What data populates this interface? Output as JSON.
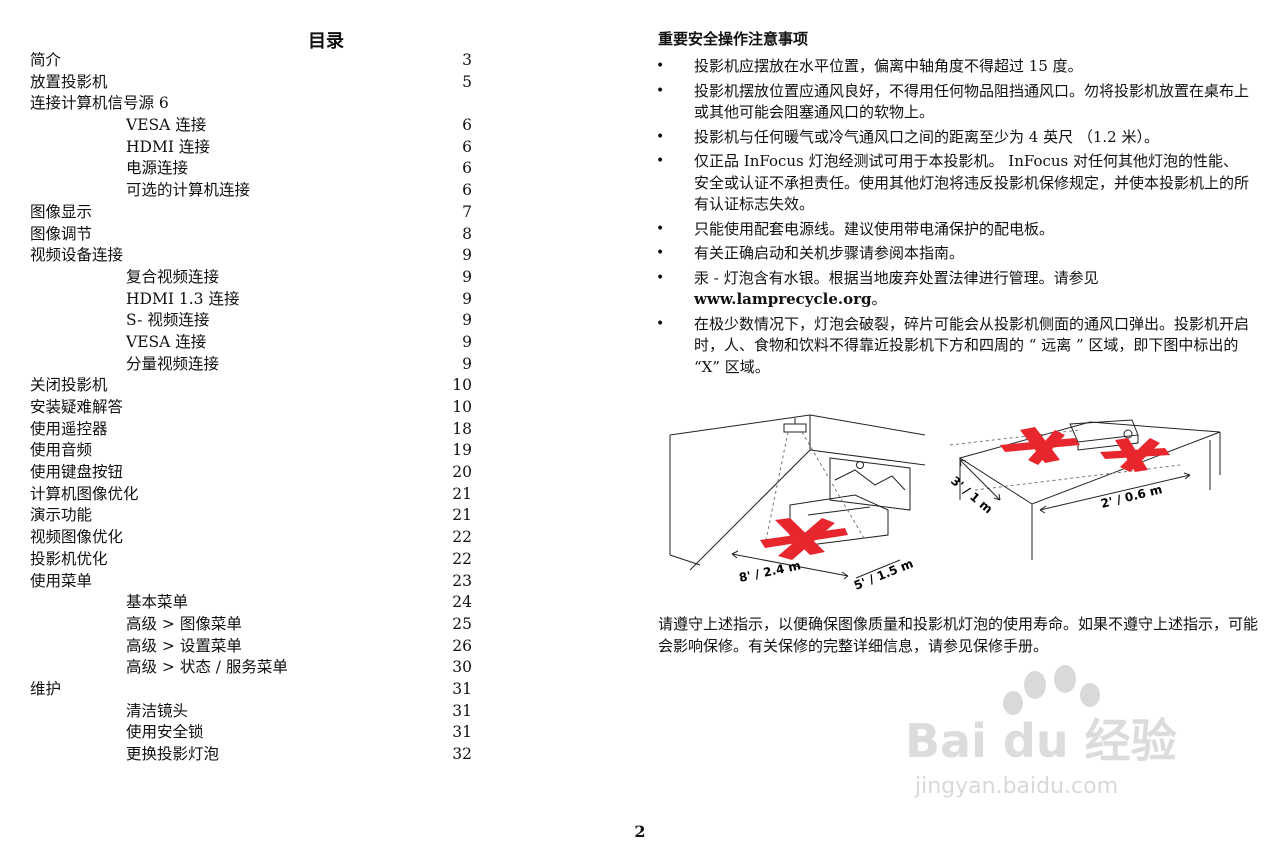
{
  "toc": {
    "title": "目录",
    "entries": [
      {
        "label": "简介",
        "page": "3",
        "level": 0
      },
      {
        "label": "放置投影机",
        "page": "5",
        "level": 0
      },
      {
        "label": "连接计算机信号源 6",
        "page": "",
        "level": 0
      },
      {
        "label": "VESA 连接",
        "page": "6",
        "level": 1
      },
      {
        "label": "HDMI 连接",
        "page": "6",
        "level": 1
      },
      {
        "label": "电源连接",
        "page": "6",
        "level": 1
      },
      {
        "label": "可选的计算机连接",
        "page": "6",
        "level": 1
      },
      {
        "label": "图像显示",
        "page": "7",
        "level": 0
      },
      {
        "label": "图像调节",
        "page": "8",
        "level": 0
      },
      {
        "label": "视频设备连接",
        "page": "9",
        "level": 0
      },
      {
        "label": "复合视频连接",
        "page": "9",
        "level": 1
      },
      {
        "label": "HDMI 1.3 连接",
        "page": "9",
        "level": 1
      },
      {
        "label": "S- 视频连接",
        "page": "9",
        "level": 1
      },
      {
        "label": "VESA 连接",
        "page": "9",
        "level": 1
      },
      {
        "label": "分量视频连接",
        "page": "9",
        "level": 1
      },
      {
        "label": "关闭投影机",
        "page": "10",
        "level": 0
      },
      {
        "label": "安装疑难解答",
        "page": "10",
        "level": 0
      },
      {
        "label": "使用遥控器",
        "page": "18",
        "level": 0
      },
      {
        "label": "使用音频",
        "page": "19",
        "level": 0
      },
      {
        "label": "使用键盘按钮",
        "page": "20",
        "level": 0
      },
      {
        "label": "计算机图像优化",
        "page": "21",
        "level": 0
      },
      {
        "label": "演示功能",
        "page": "21",
        "level": 0
      },
      {
        "label": "视频图像优化",
        "page": "22",
        "level": 0
      },
      {
        "label": "投影机优化",
        "page": "22",
        "level": 0
      },
      {
        "label": "使用菜单",
        "page": "23",
        "level": 0
      },
      {
        "label": "基本菜单",
        "page": "24",
        "level": 1
      },
      {
        "label": "高级 > 图像菜单",
        "page": "25",
        "level": 1
      },
      {
        "label": "高级 > 设置菜单",
        "page": "26",
        "level": 1
      },
      {
        "label": "高级 > 状态 / 服务菜单",
        "page": "30",
        "level": 1
      },
      {
        "label": "维护",
        "page": "31",
        "level": 0
      },
      {
        "label": "清洁镜头",
        "page": "31",
        "level": 1
      },
      {
        "label": "使用安全锁",
        "page": "31",
        "level": 1
      },
      {
        "label": "更换投影灯泡",
        "page": "32",
        "level": 1
      }
    ]
  },
  "safety": {
    "title": "重要安全操作注意事项",
    "bullet_char": "•",
    "items": [
      {
        "text": "投影机应摆放在水平位置，偏离中轴角度不得超过 15 度。"
      },
      {
        "text": "投影机摆放位置应通风良好，不得用任何物品阻挡通风口。勿将投影机放置在桌布上或其他可能会阻塞通风口的软物上。"
      },
      {
        "text": "投影机与任何暖气或冷气通风口之间的距离至少为 4 英尺 （1.2 米）。"
      },
      {
        "text": "仅正品 InFocus 灯泡经测试可用于本投影机。 InFocus 对任何其他灯泡的性能、安全或认证不承担责任。使用其他灯泡将违反投影机保修规定，并使本投影机上的所有认证标志失效。"
      },
      {
        "text": "只能使用配套电源线。建议使用带电涌保护的配电板。"
      },
      {
        "text": "有关正确启动和关机步骤请参阅本指南。"
      },
      {
        "text": "汞 - 灯泡含有水银。根据当地废弃处置法律进行管理。请参见",
        "url": "www.lamprecycle.org",
        "url_suffix": "。"
      },
      {
        "text": "在极少数情况下，灯泡会破裂，碎片可能会从投影机侧面的通风口弹出。投影机开启时，人、食物和饮料不得靠近投影机下方和四周的 “ 远离 ” 区域，即下图中标出的 “X” 区域。"
      }
    ]
  },
  "figure": {
    "labels": {
      "left_long": "8' / 2.4 m",
      "left_short": "5' / 1.5 m",
      "right_short": "3' / 1 m",
      "right_long": "2' / 0.6 m"
    },
    "colors": {
      "x_mark": "#e8262d",
      "line": "#222222"
    }
  },
  "closing_text": "请遵守上述指示，以便确保图像质量和投影机灯泡的使用寿命。如果不遵守上述指示，可能会影响保修。有关保修的完整详细信息，请参见保修手册。",
  "page_number": "2",
  "watermark": {
    "brand_text": "Bai du 经验",
    "url_text": "jingyan.baidu.com"
  }
}
